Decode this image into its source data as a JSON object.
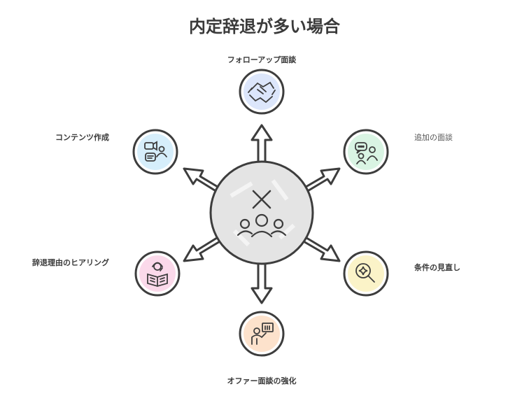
{
  "title": "内定辞退が多い場合",
  "center": {
    "icon": "close-x-with-group-of-people-icon"
  },
  "nodes": [
    {
      "id": "followup",
      "label": "フォローアップ面談",
      "icon": "handshake-icon",
      "color": "#dce6fb"
    },
    {
      "id": "additional",
      "label": "追加の面談",
      "icon": "chat-people-icon",
      "color": "#d9f4e3"
    },
    {
      "id": "conditions",
      "label": "条件の見直し",
      "icon": "magnifier-sparkle-icon",
      "color": "#fbf3c8"
    },
    {
      "id": "offer",
      "label": "オファー面談の強化",
      "icon": "presenter-board-icon",
      "color": "#fde2cc"
    },
    {
      "id": "hearing",
      "label": "辞退理由のヒアリング",
      "icon": "person-reading-headset-icon",
      "color": "#fbd9ea"
    },
    {
      "id": "content",
      "label": "コンテンツ作成",
      "icon": "video-chat-icon",
      "color": "#d6eefb"
    }
  ],
  "colors": {
    "stroke": "#3d3d3d",
    "center_fill": "#e4e4e4"
  }
}
